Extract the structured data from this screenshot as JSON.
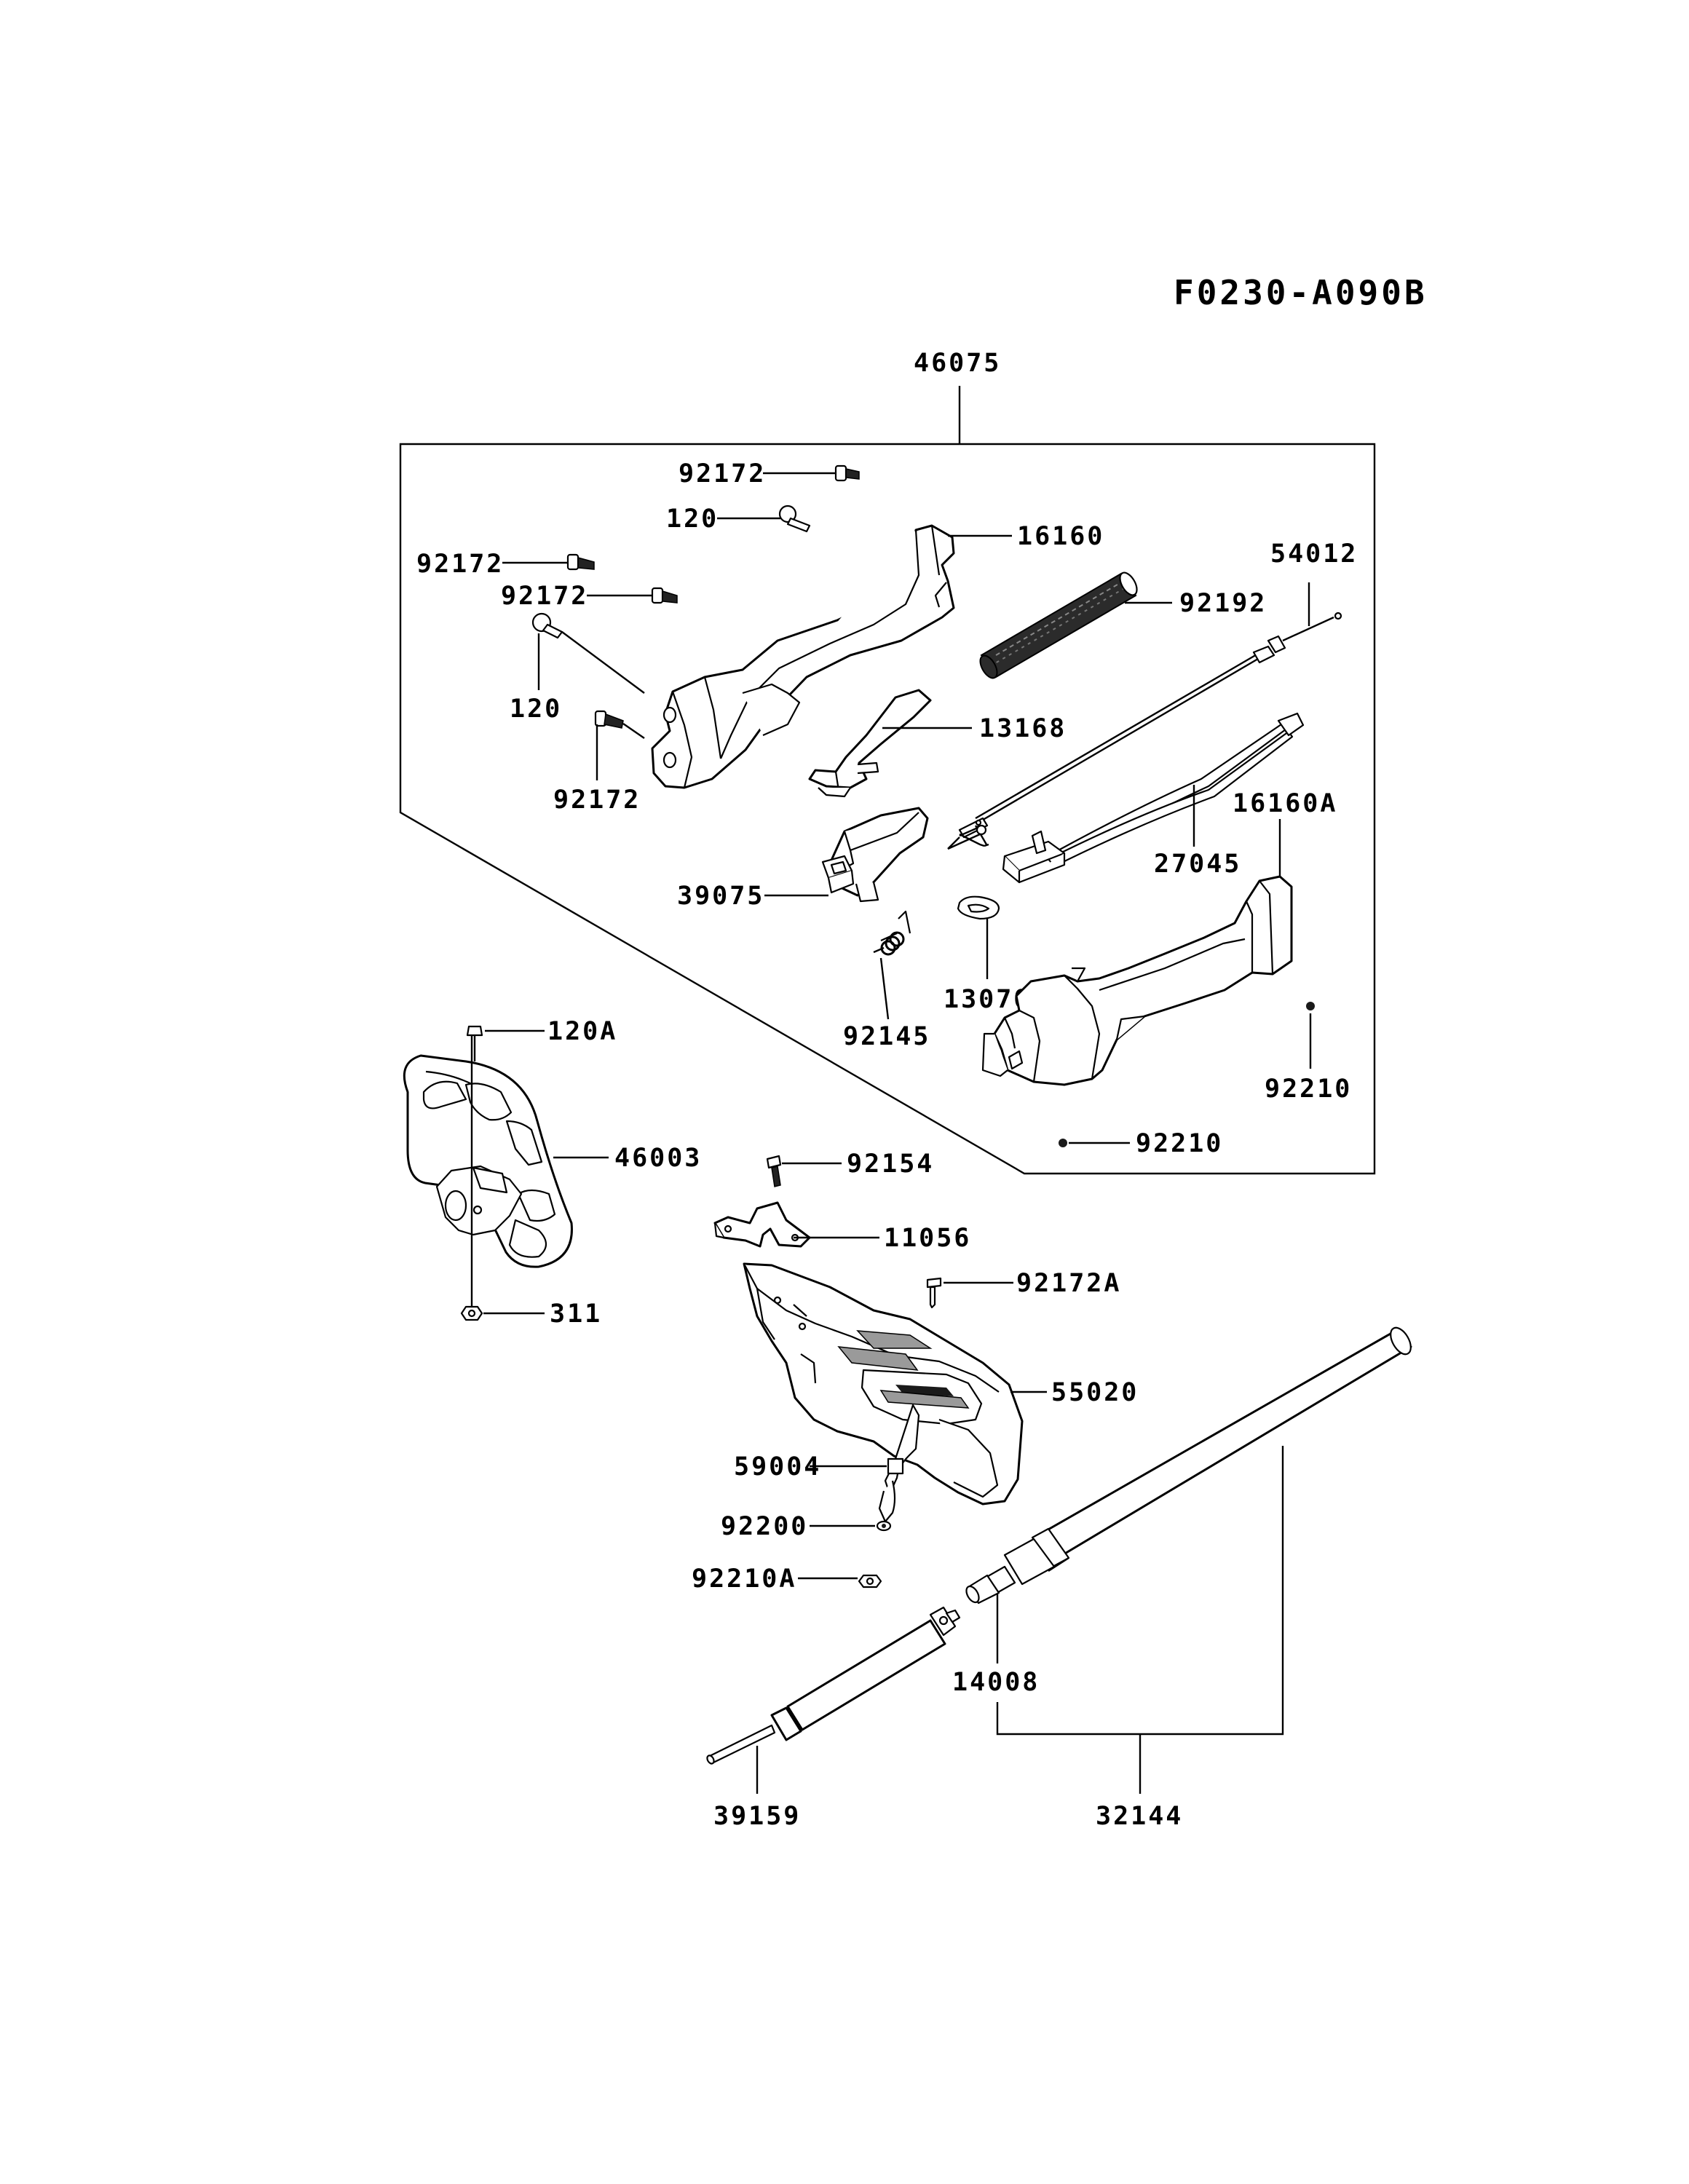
{
  "figure_code": "F0230-A090B",
  "parts": {
    "p46075": "46075",
    "p92172_a": "92172",
    "p120_a": "120",
    "p16160": "16160",
    "p92172_b": "92172",
    "p92172_c": "92172",
    "p120_b": "120",
    "p92172_d": "92172",
    "p54012": "54012",
    "p92192": "92192",
    "p13168": "13168",
    "p16160A": "16160A",
    "p27045": "27045",
    "p39075": "39075",
    "p13070": "13070",
    "p92145": "92145",
    "p92210_a": "92210",
    "p92210_b": "92210",
    "p120A": "120A",
    "p46003": "46003",
    "p311": "311",
    "p92154": "92154",
    "p11056": "11056",
    "p92172A": "92172A",
    "p55020": "55020",
    "p59004": "59004",
    "p92200": "92200",
    "p92210A": "92210A",
    "p14008": "14008",
    "p39159": "39159",
    "p32144": "32144"
  }
}
